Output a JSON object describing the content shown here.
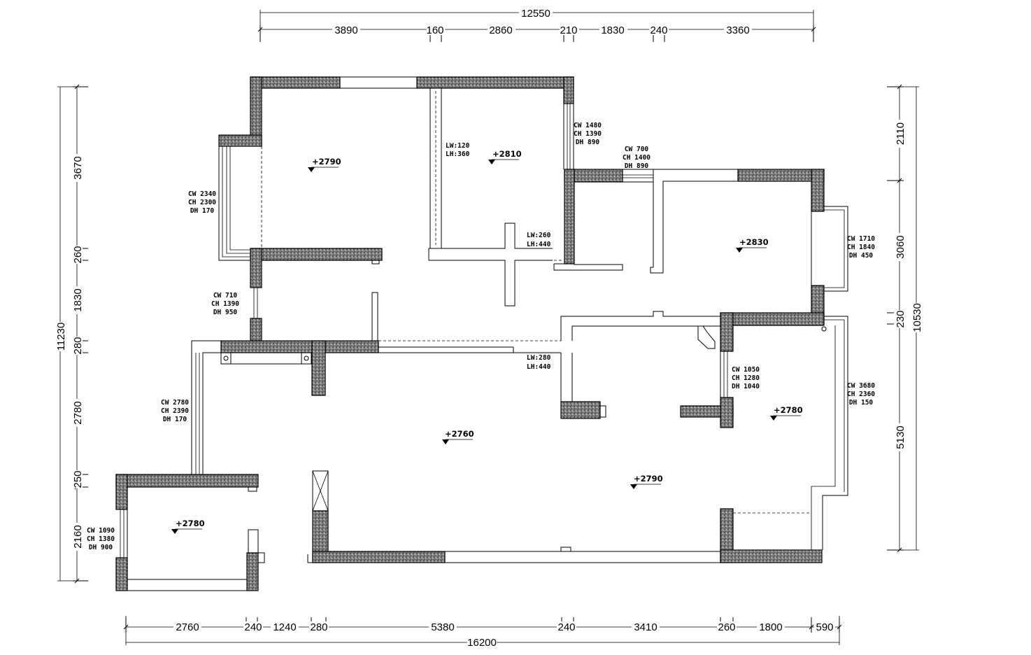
{
  "dims_top": {
    "total": "12550",
    "segments": [
      "3890",
      "160",
      "2860",
      "210",
      "1830",
      "240",
      "3360"
    ]
  },
  "dims_bottom": {
    "total": "16200",
    "segments": [
      "2760",
      "240",
      "1240",
      "280",
      "5380",
      "240",
      "3410",
      "260",
      "1800",
      "590"
    ]
  },
  "dims_left": {
    "total": "11230",
    "segments": [
      "3670",
      "260",
      "1830",
      "280",
      "2780",
      "250",
      "2160"
    ]
  },
  "dims_right": {
    "total": "10530",
    "segments": [
      "2110",
      "3060",
      "230",
      "5130"
    ]
  },
  "openings": [
    [
      "CW 2340",
      "CH 2300",
      "DH 170"
    ],
    [
      "CW 1480",
      "CH 1390",
      "DH 890"
    ],
    [
      "CW 700",
      "CH 1400",
      "DH 890"
    ],
    [
      "CW 1710",
      "CH 1840",
      "DH 450"
    ],
    [
      "CW 710",
      "CH 1390",
      "DH 950"
    ],
    [
      "CW 1050",
      "CH 1280",
      "DH 1040"
    ],
    [
      "CW 3680",
      "CH 2360",
      "DH 150"
    ],
    [
      "CW 2780",
      "CH 2390",
      "DH 170"
    ],
    [
      "CW 1090",
      "CH 1380",
      "DH 900"
    ]
  ],
  "lintels": [
    [
      "LW:120",
      "LH:360"
    ],
    [
      "LW:260",
      "LH:440"
    ],
    [
      "LW:280",
      "LH:440"
    ]
  ],
  "levels": [
    "+2790",
    "+2810",
    "+2830",
    "+2760",
    "+2780",
    "+2790",
    "+2780"
  ]
}
